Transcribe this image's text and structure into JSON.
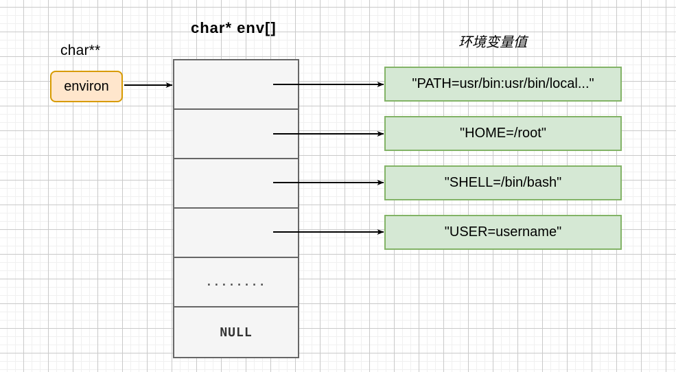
{
  "diagram": {
    "title_env_values": "环境变量值",
    "label_char_star_star": "char**",
    "label_char_env_array": "char* env[]",
    "pointer": {
      "name": "environ",
      "fill_color": "#ffe6cc",
      "border_color": "#d79b00"
    },
    "array": {
      "border_color": "#666666",
      "fill_color": "#f5f5f5",
      "cells": [
        {
          "label": "",
          "kind": "pointer-slot"
        },
        {
          "label": "",
          "kind": "pointer-slot"
        },
        {
          "label": "",
          "kind": "pointer-slot"
        },
        {
          "label": "",
          "kind": "pointer-slot"
        },
        {
          "label": "........",
          "kind": "ellipsis"
        },
        {
          "label": "NULL",
          "kind": "null-terminator"
        }
      ]
    },
    "values": {
      "fill_color": "#d5e8d4",
      "border_color": "#82b366",
      "items": [
        {
          "text": "\"PATH=usr/bin:usr/bin/local...\""
        },
        {
          "text": "\"HOME=/root\""
        },
        {
          "text": "\"SHELL=/bin/bash\""
        },
        {
          "text": "\"USER=username\""
        }
      ]
    },
    "background": {
      "grid_minor_color": "#f0f0f0",
      "grid_major_color": "#c9c9c9",
      "page_color": "#ffffff"
    }
  }
}
